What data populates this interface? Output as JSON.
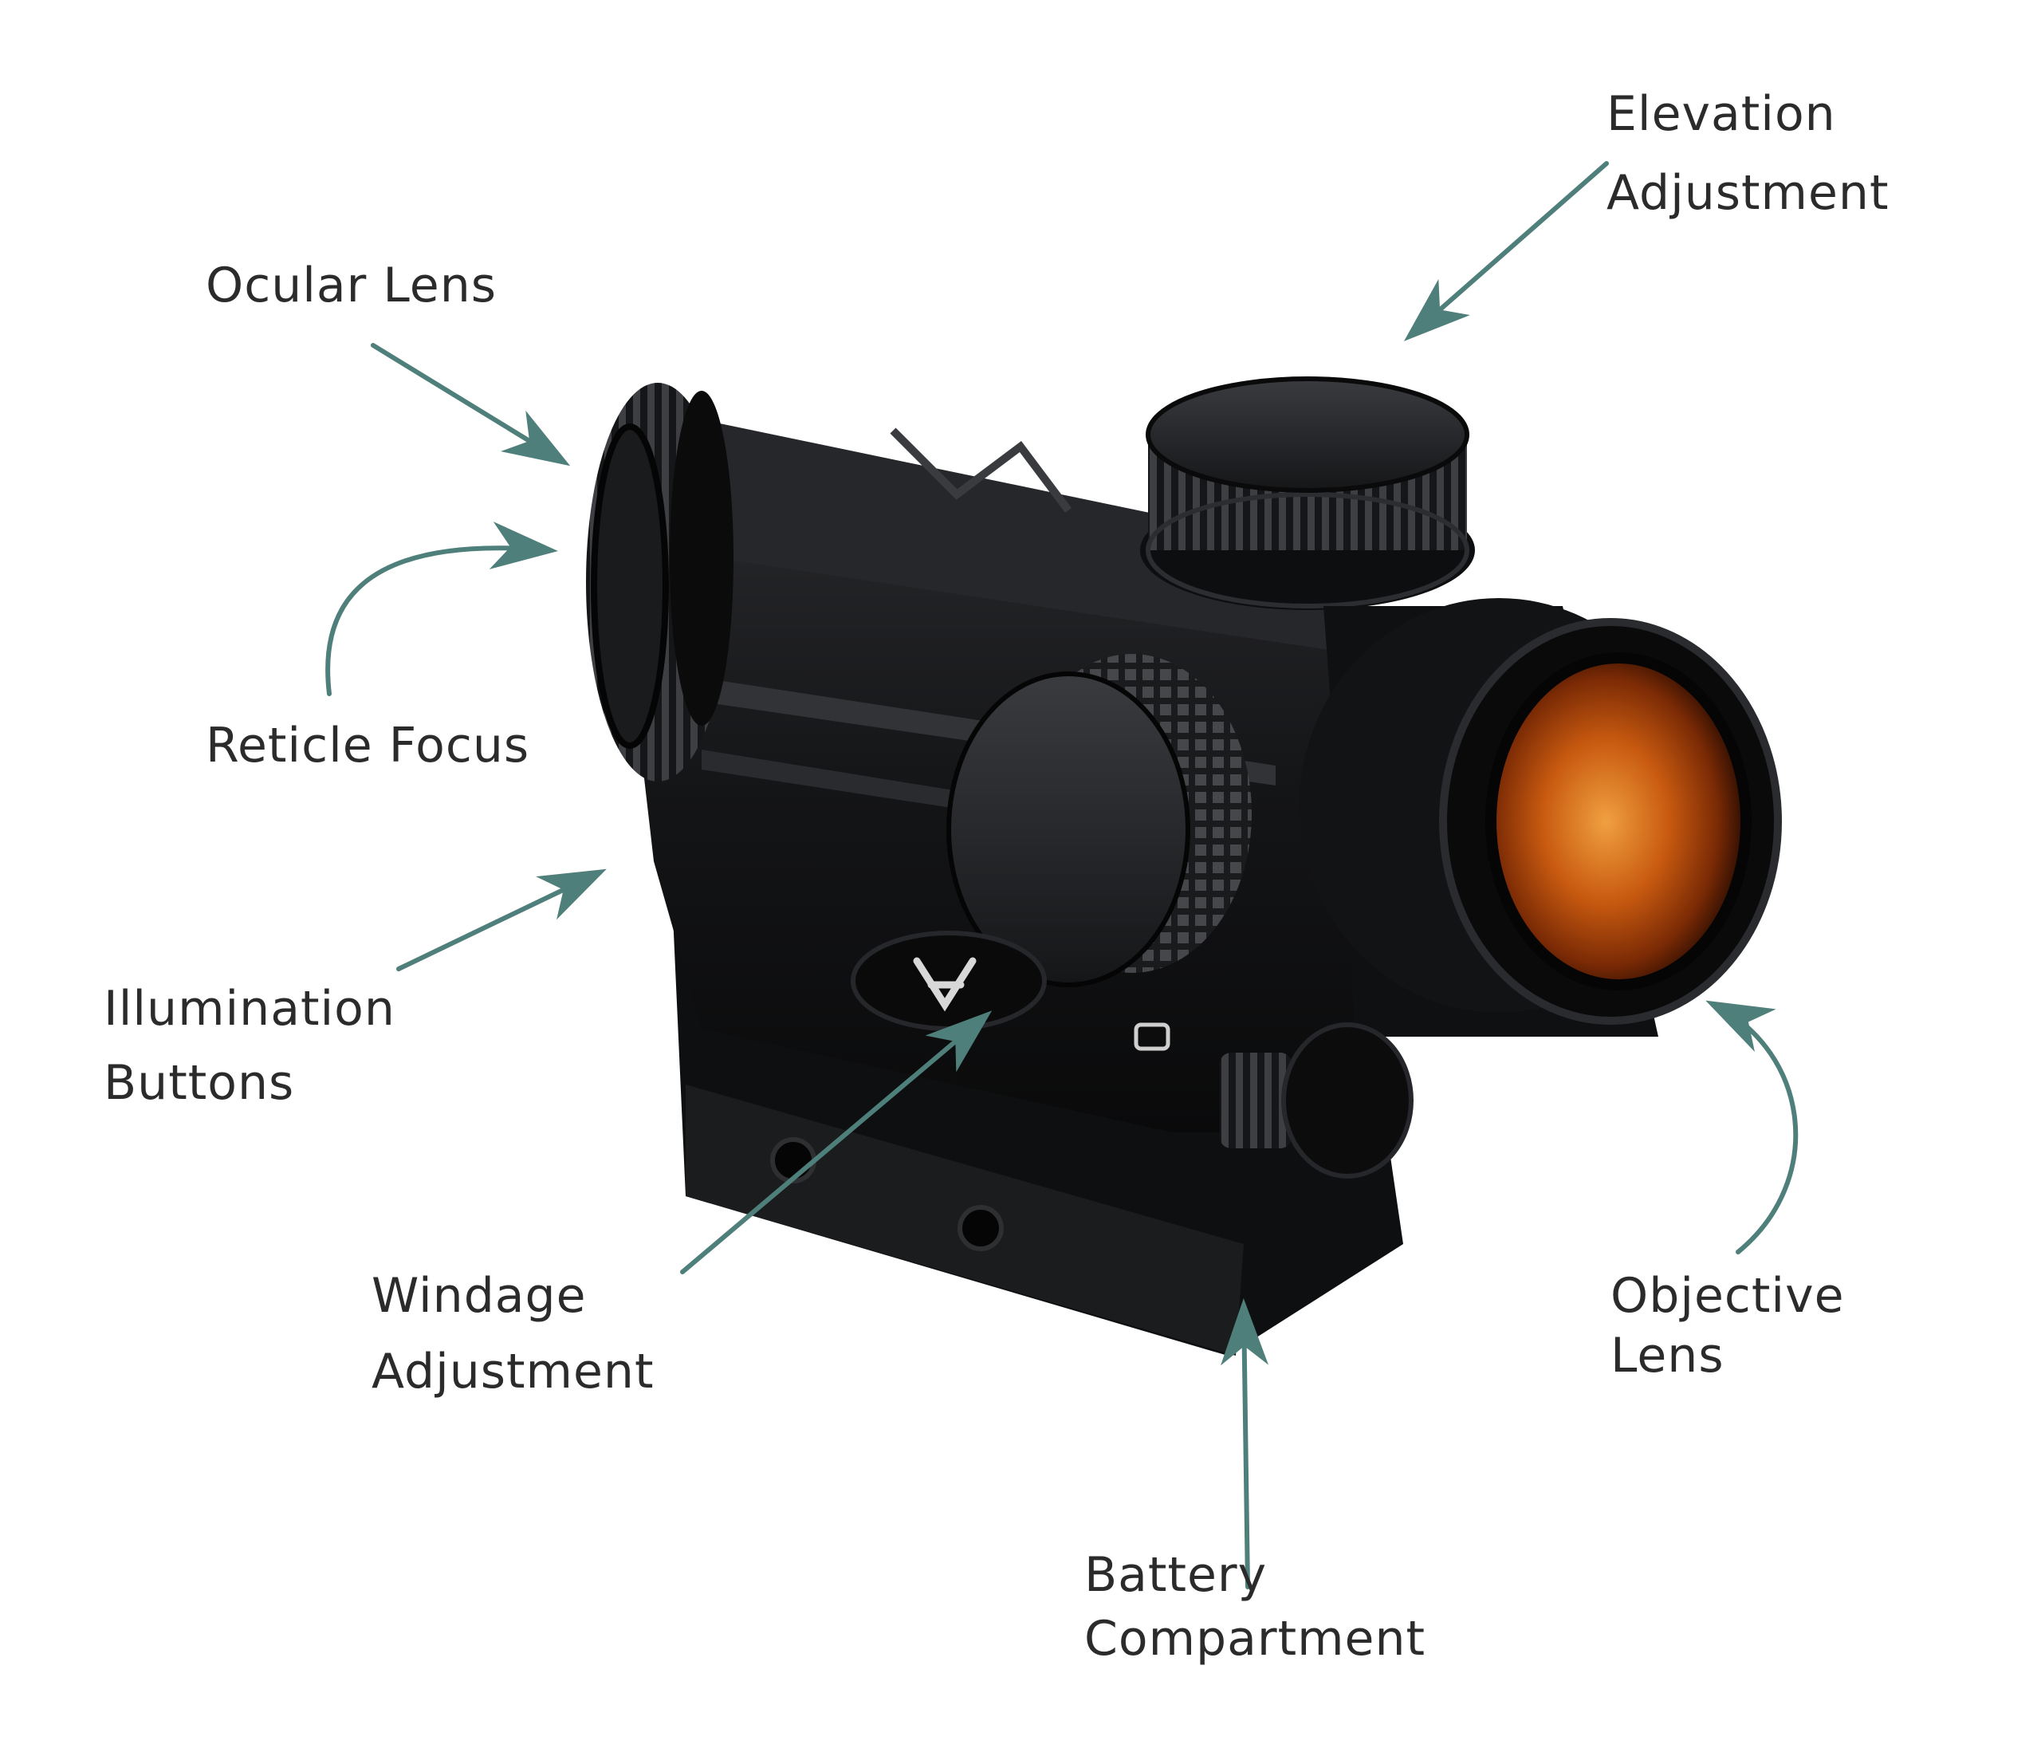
{
  "colors": {
    "arrow": "#4f7f7a",
    "label_text": "#2b2b2b",
    "body": "#111214",
    "lens_glow": "#e07a1a"
  },
  "labels": {
    "ocular_lens": "Ocular Lens",
    "reticle_focus": "Reticle Focus",
    "illumination_line1": "Illumination",
    "illumination_line2": "Buttons",
    "windage_line1": "Windage",
    "windage_line2": "Adjustment",
    "elevation_line1": "Elevation",
    "elevation_line2": "Adjustment",
    "objective_line1": "Objective",
    "objective_line2": "Lens",
    "battery_line1": "Battery",
    "battery_line2": "Compartment"
  }
}
